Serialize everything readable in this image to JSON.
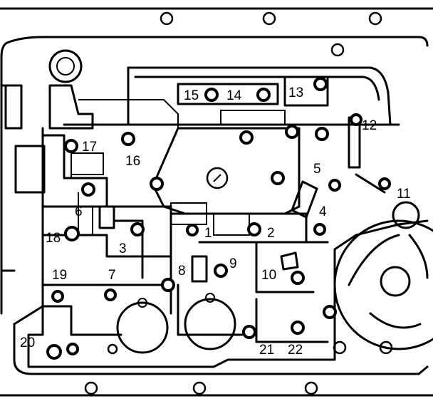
{
  "labels": [
    {
      "id": "1",
      "text": "1"
    },
    {
      "id": "2",
      "text": "2"
    },
    {
      "id": "3",
      "text": "3"
    },
    {
      "id": "4",
      "text": "4"
    },
    {
      "id": "5",
      "text": "5"
    },
    {
      "id": "6",
      "text": "6"
    },
    {
      "id": "7",
      "text": "7"
    },
    {
      "id": "8",
      "text": "8"
    },
    {
      "id": "9",
      "text": "9"
    },
    {
      "id": "10",
      "text": "10"
    },
    {
      "id": "11",
      "text": "11"
    },
    {
      "id": "12",
      "text": "12"
    },
    {
      "id": "13",
      "text": "13"
    },
    {
      "id": "14",
      "text": "14"
    },
    {
      "id": "15",
      "text": "15"
    },
    {
      "id": "16",
      "text": "16"
    },
    {
      "id": "17",
      "text": "17"
    },
    {
      "id": "18",
      "text": "18"
    },
    {
      "id": "19",
      "text": "19"
    },
    {
      "id": "20",
      "text": "20"
    },
    {
      "id": "21",
      "text": "21"
    },
    {
      "id": "22",
      "text": "22"
    }
  ],
  "colors": {
    "line": "#000000",
    "background": "#ffffff"
  }
}
